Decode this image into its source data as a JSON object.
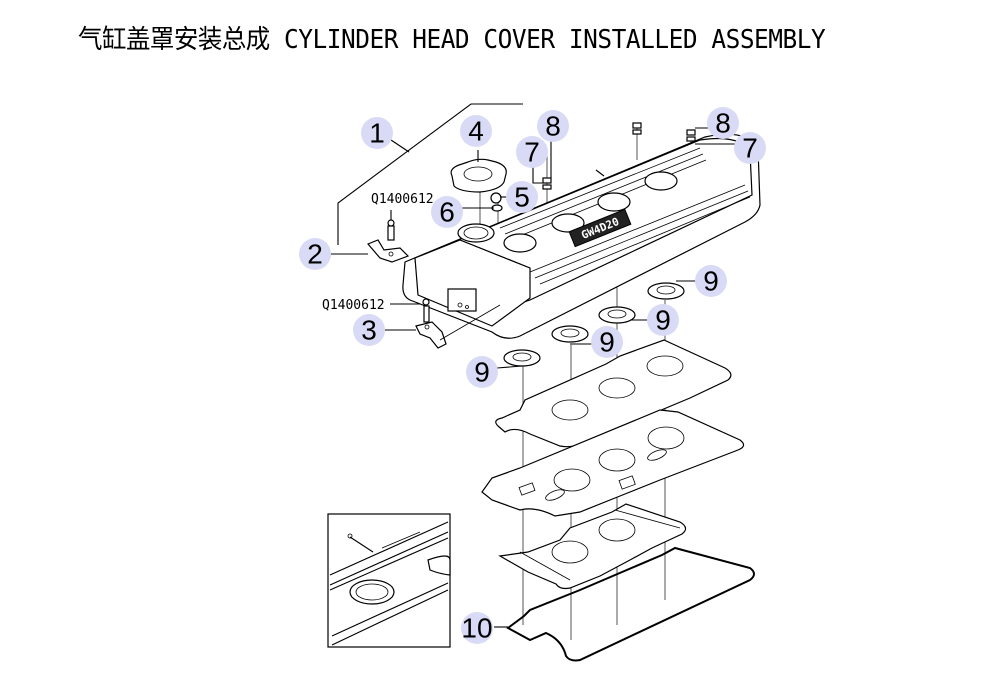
{
  "title": "气缸盖罩安装总成 CYLINDER HEAD COVER INSTALLED ASSEMBLY",
  "cover_marking": "GW4D20",
  "callouts": [
    {
      "id": "c1",
      "label": "1",
      "target": "cylinder-head-cover-assembly"
    },
    {
      "id": "c2",
      "label": "2",
      "target": "bracket-left"
    },
    {
      "id": "c3",
      "label": "3",
      "target": "bracket-front"
    },
    {
      "id": "c4",
      "label": "4",
      "target": "oil-filler-cap"
    },
    {
      "id": "c5",
      "label": "5",
      "target": "breather-plug"
    },
    {
      "id": "c6",
      "label": "6",
      "target": "breather-washer"
    },
    {
      "id": "c7a",
      "label": "7",
      "target": "cover-bolt-washer"
    },
    {
      "id": "c8a",
      "label": "8",
      "target": "cover-bolt"
    },
    {
      "id": "c8b",
      "label": "8",
      "target": "cover-bolt"
    },
    {
      "id": "c7b",
      "label": "7",
      "target": "cover-bolt-washer"
    },
    {
      "id": "c9a",
      "label": "9",
      "target": "spark-plug-tube-seal"
    },
    {
      "id": "c9b",
      "label": "9",
      "target": "spark-plug-tube-seal"
    },
    {
      "id": "c9c",
      "label": "9",
      "target": "spark-plug-tube-seal"
    },
    {
      "id": "c9d",
      "label": "9",
      "target": "spark-plug-tube-seal"
    },
    {
      "id": "c10",
      "label": "10",
      "target": "cover-gasket"
    }
  ],
  "part_numbers": [
    {
      "id": "pn-bracket-left-bolt",
      "label": "Q1400612"
    },
    {
      "id": "pn-bracket-front-bolt",
      "label": "Q1400612"
    }
  ],
  "colors": {
    "callout_fill": "#d9dbf6",
    "line": "#000000"
  }
}
